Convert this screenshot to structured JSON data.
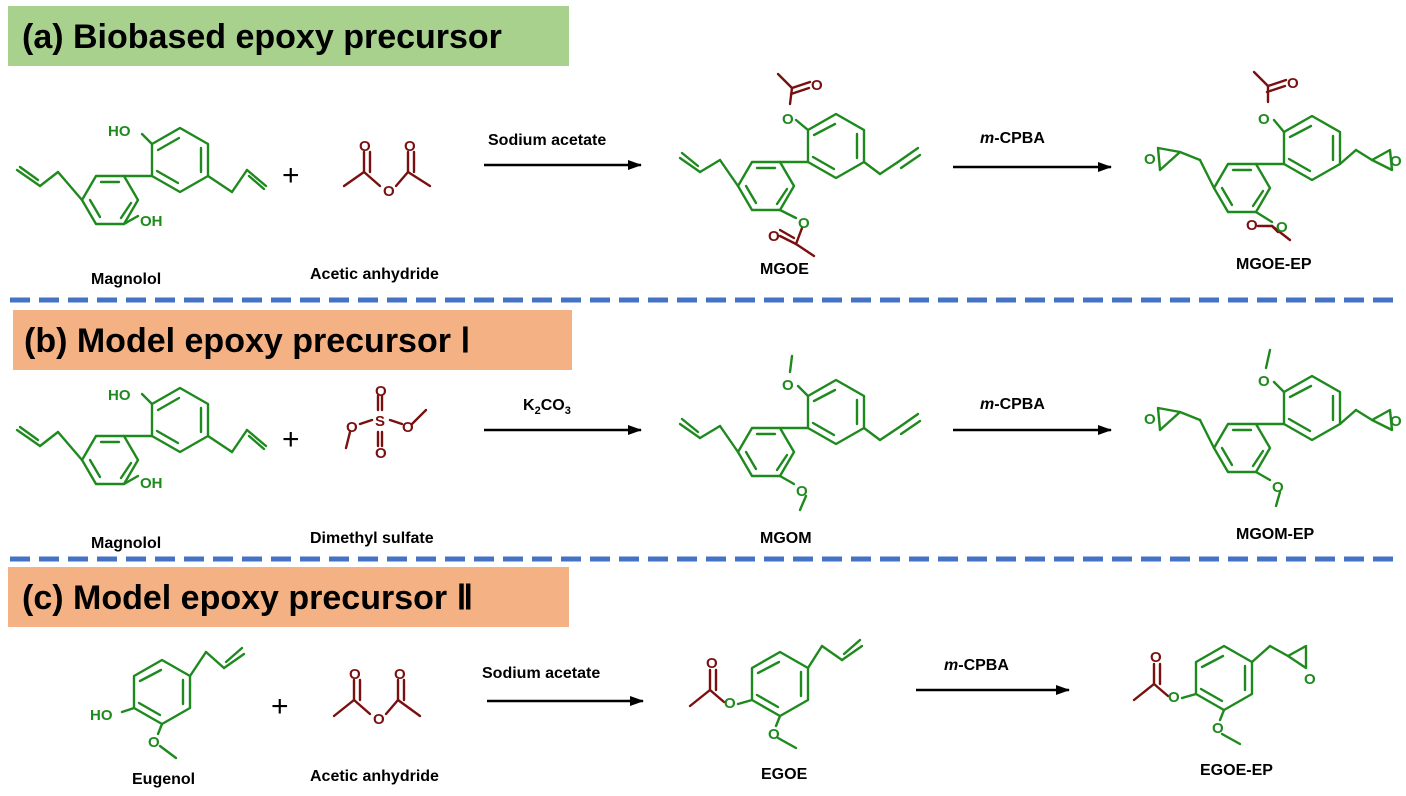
{
  "colors": {
    "green_banner": "#a9d18e",
    "orange_banner": "#f4b183",
    "separator": "#4472c4",
    "green_structure": "#1e8a1e",
    "red_structure": "#7a0f0f"
  },
  "sections": [
    {
      "title": "(a) Biobased epoxy precursor",
      "reactant1": "Magnolol",
      "reactant2": "Acetic anhydride",
      "reagent1": "Sodium acetate",
      "product1": "MGOE",
      "reagent2_prefix": "m",
      "reagent2_suffix": "-CPBA",
      "product2": "MGOE-EP"
    },
    {
      "title": "(b) Model epoxy precursor Ⅰ",
      "reactant1": "Magnolol",
      "reactant2": "Dimethyl sulfate",
      "reagent1_main": "K",
      "reagent1_sub1": "2",
      "reagent1_mid": "CO",
      "reagent1_sub2": "3",
      "product1": "MGOM",
      "reagent2_prefix": "m",
      "reagent2_suffix": "-CPBA",
      "product2": "MGOM-EP"
    },
    {
      "title": "(c) Model epoxy precursor Ⅱ",
      "reactant1": "Eugenol",
      "reactant2": "Acetic anhydride",
      "reagent1": "Sodium acetate",
      "product1": "EGOE",
      "reagent2_prefix": "m",
      "reagent2_suffix": "-CPBA",
      "product2": "EGOE-EP"
    }
  ],
  "atoms": {
    "ho": "HO",
    "oh": "OH",
    "o": "O",
    "s": "S",
    "plus": "+"
  }
}
